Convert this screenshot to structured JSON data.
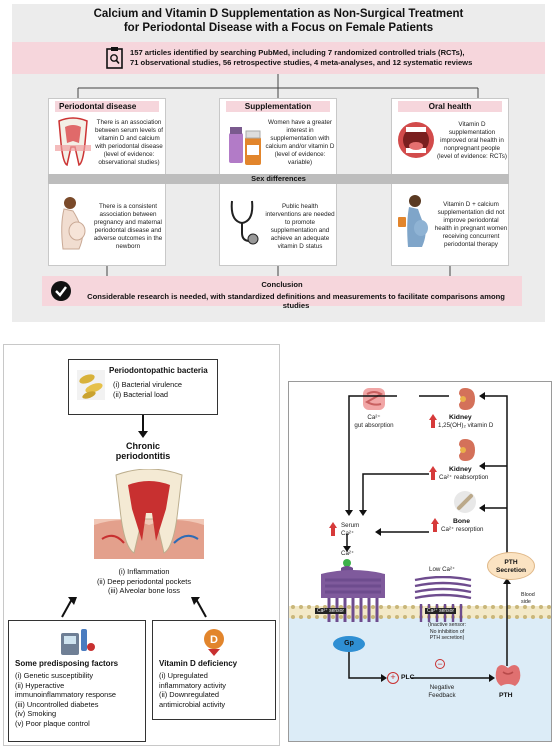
{
  "top": {
    "title_line1": "Calcium and Vitamin D Supplementation as Non-Surgical Treatment",
    "title_line2": "for Periodontal Disease with a Focus on Female Patients",
    "stats_line1": "157 articles identified by searching PubMed, including 7 randomized controlled trials (RCTs),",
    "stats_line2": "71 observational studies, 56 retrospective studies, 4 meta-analyses, and 12 systematic reviews",
    "columns": [
      {
        "heading": "Periodontal disease",
        "text": "There is an association between serum levels of vitamin D and calcium with periodontal disease (level of evidence: observational studies)",
        "text2": "There is a consistent association between pregnancy and maternal periodontal disease and adverse outcomes in the newborn"
      },
      {
        "heading": "Supplementation",
        "text": "Women have a greater interest in supplementation with calcium and/or vitamin D (level of evidence: variable)",
        "text2": "Public health interventions are needed to promote supplementation and achieve an adequate vitamin D status"
      },
      {
        "heading": "Oral health",
        "text": "Vitamin D supplementation improved oral health in nonpregnant people (level of evidence: RCTs)",
        "text2": "Vitamin D + calcium supplementation did not improve periodontal health in pregnant women receiving concurrent periodontal therapy"
      }
    ],
    "sex_differences": "Sex differences",
    "conclusion_heading": "Conclusion",
    "conclusion_text": "Considerable research is needed, with standardized definitions and measurements to facilitate comparisons among studies"
  },
  "left": {
    "bacteria_heading": "Periodontopathic bacteria",
    "bacteria_items": [
      "(i) Bacterial virulence",
      "(ii) Bacterial load"
    ],
    "chronic_line1": "Chronic",
    "chronic_line2": "periodontitis",
    "outcomes": [
      "(i) Inflammation",
      "(ii) Deep periodontal pockets",
      "(iii) Alveolar bone loss"
    ],
    "factors_heading": "Some predisposing factors",
    "factors": [
      "(i) Genetic susceptibility",
      "(ii) Hyperactive",
      "immunoinflammatory response",
      "(iii) Uncontrolled diabetes",
      "(iv) Smoking",
      "(v) Poor plaque control"
    ],
    "vitd_letter": "D",
    "vitd_heading": "Vitamin D deficiency",
    "vitd_items": [
      "(i) Upregulated",
      "inflammatory activity",
      "(ii) Downregulated",
      "antimicrobial activity"
    ]
  },
  "right": {
    "gut_line1": "Ca²⁺",
    "gut_line2": "gut absorption",
    "kidney1_heading": "Kidney",
    "kidney1_text": "1,25(OH)₂ vitamin D",
    "kidney2_heading": "Kidney",
    "kidney2_text": "Ca²⁺ reabsorption",
    "bone_heading": "Bone",
    "bone_text": "Ca²⁺ resorption",
    "serum_line1": "Serum",
    "serum_line2": "Ca²⁺",
    "ca_label": "Ca²⁺",
    "low_ca": "Low Ca²⁺",
    "sensor_label": "Ca²⁺ sensor",
    "sensor_label2": "Ca²⁺ sensor",
    "inactive_note": [
      "(Inactive sensor:",
      "No inhibition of",
      "PTH secretion)"
    ],
    "gp": "Gp",
    "plc": "PLC",
    "plus_sign": "+",
    "minus_sign": "−",
    "negative_feedback_1": "Negative",
    "negative_feedback_2": "Feedback",
    "pth": "PTH",
    "pth_secretion_1": "PTH",
    "pth_secretion_2": "Secretion",
    "blood_side_1": "Blood",
    "blood_side_2": "side"
  },
  "colors": {
    "pink": "#f6d6dc",
    "up_arrow_red": "#d63a3a",
    "membrane_purple": "#6e4c8e",
    "gp_blue": "#2f8fd3",
    "pth_orange": "#fbe3c2",
    "cell_blue": "#dcecf7"
  }
}
